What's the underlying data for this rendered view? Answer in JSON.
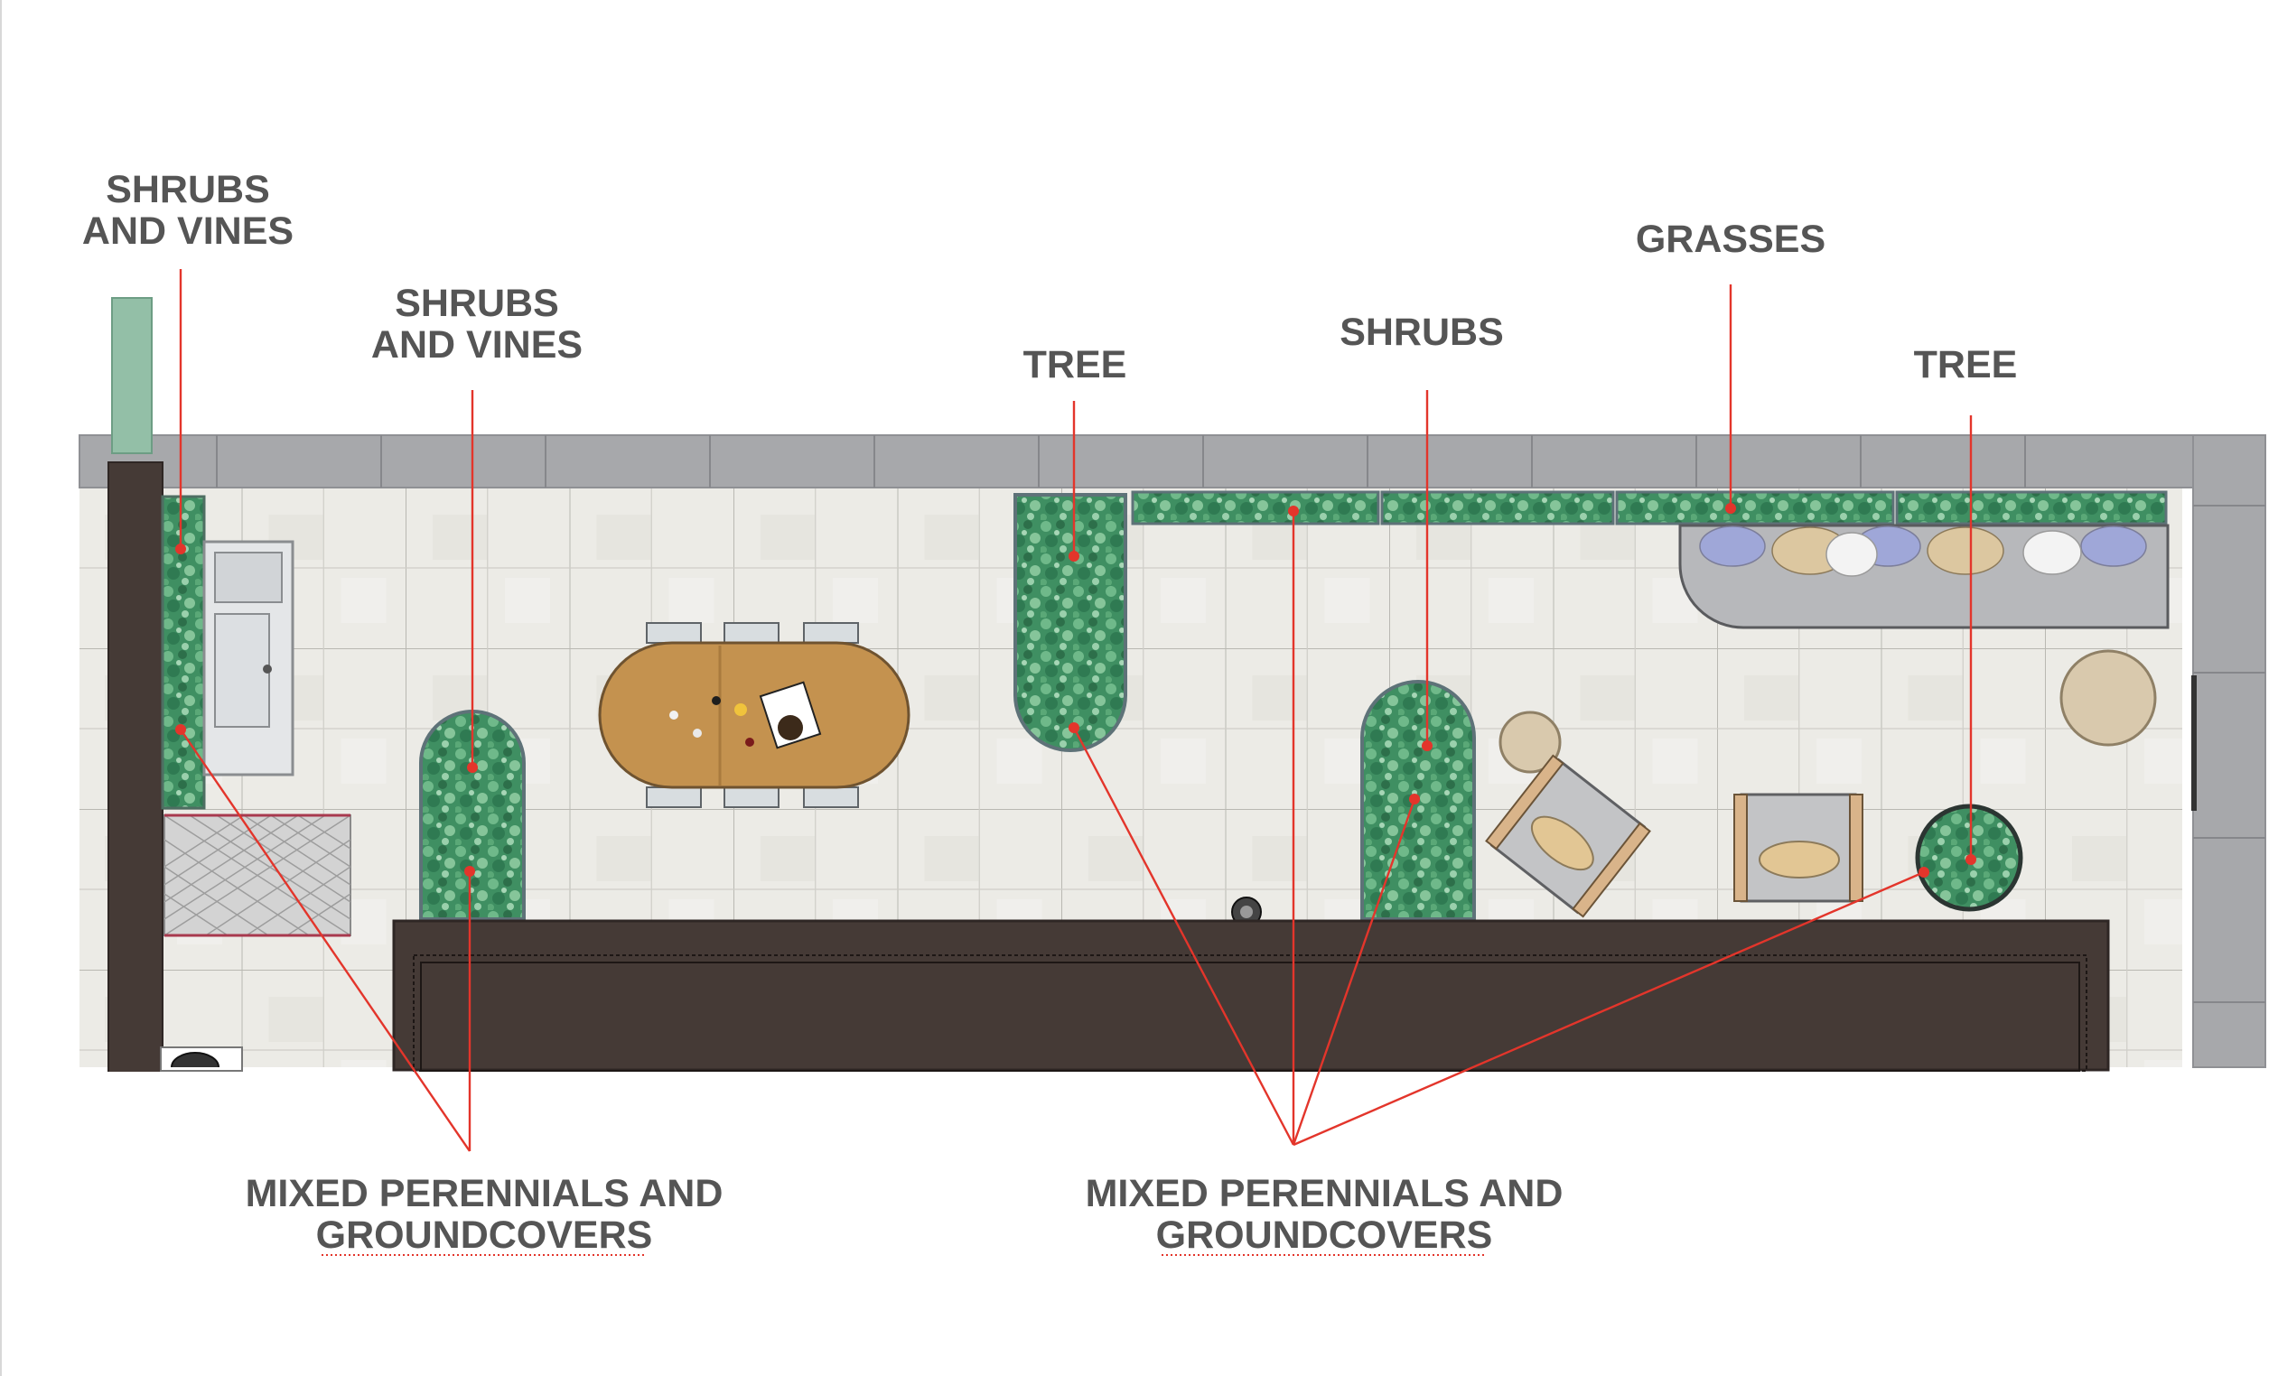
{
  "labels": {
    "shrubs_vines_left_l1": "SHRUBS",
    "shrubs_vines_left_l2": "AND VINES",
    "shrubs_vines_mid_l1": "SHRUBS",
    "shrubs_vines_mid_l2": "AND VINES",
    "tree_left": "TREE",
    "shrubs": "SHRUBS",
    "grasses": "GRASSES",
    "tree_right": "TREE",
    "perennials_left_l1": "MIXED PERENNIALS AND",
    "perennials_left_l2": "GROUNDCOVERS",
    "perennials_right_l1": "MIXED PERENNIALS AND",
    "perennials_right_l2": "GROUNDCOVERS"
  },
  "colors": {
    "leader": "#e3352b",
    "planting": "#3a8a5e",
    "paving": "#ecebe6",
    "wall": "#a7a8ab",
    "building": "#453a36",
    "label": "#555555"
  }
}
